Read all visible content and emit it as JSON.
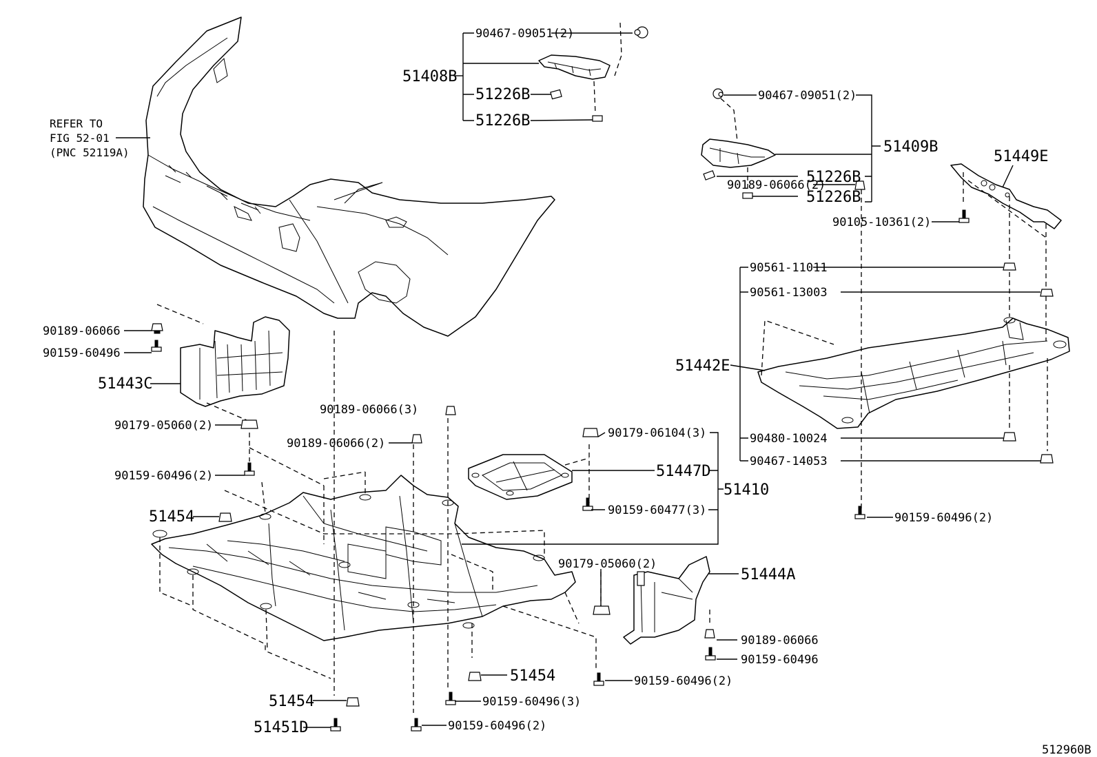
{
  "diagram_id": "512960B",
  "reference_note": [
    "REFER TO",
    "FIG 52-01",
    "(PNC 52119A)"
  ],
  "labels": {
    "p90467_09051_2_top": "90467-09051(2)",
    "p51408B": "51408B",
    "p51226B_a": "51226B",
    "p51226B_b": "51226B",
    "p90467_09051_2_right": "90467-09051(2)",
    "p51409B": "51409B",
    "p51226B_c": "51226B",
    "p51226B_d": "51226B",
    "p51449E": "51449E",
    "p90105_10361_2": "90105-10361(2)",
    "p90189_06066_2_right": "90189-06066(2)",
    "p90561_11011": "90561-11011",
    "p90561_13003": "90561-13003",
    "p51442E": "51442E",
    "p90480_10024": "90480-10024",
    "p90467_14053": "90467-14053",
    "p90159_60496_2_right": "90159-60496(2)",
    "p90189_06066_left": "90189-06066",
    "p90159_60496_left": "90159-60496",
    "p51443C": "51443C",
    "p90179_05060_2_left": "90179-05060(2)",
    "p90159_60496_2_left": "90159-60496(2)",
    "p51454_a": "51454",
    "p90189_06066_3": "90189-06066(3)",
    "p90189_06066_2_mid": "90189-06066(2)",
    "p90179_06104_3": "90179-06104(3)",
    "p51447D": "51447D",
    "p51410": "51410",
    "p90159_60477_3": "90159-60477(3)",
    "p90179_05060_2_mid": "90179-05060(2)",
    "p51444A": "51444A",
    "p90189_06066_br": "90189-06066",
    "p90159_60496_br": "90159-60496",
    "p90159_60496_2_bm": "90159-60496(2)",
    "p51454_b": "51454",
    "p90159_60496_3": "90159-60496(3)",
    "p51454_c": "51454",
    "p51451D": "51451D",
    "p90159_60496_2_bottom": "90159-60496(2)"
  }
}
